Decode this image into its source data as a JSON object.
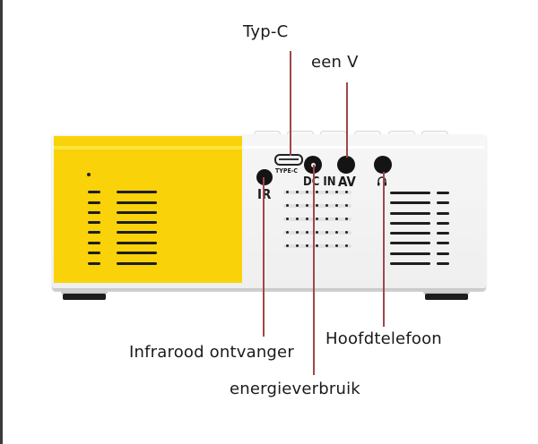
{
  "diagram": {
    "subject": "mini projector rear panel",
    "colors": {
      "leader_line": "#a0474a",
      "body": "#f2f2f2",
      "accent_panel": "#f9d20a",
      "label_text": "#1a1a1a"
    },
    "callouts": [
      {
        "id": "typec",
        "label": "Typ-C"
      },
      {
        "id": "av",
        "label": "een V"
      },
      {
        "id": "ir",
        "label": "Infrarood ontvanger"
      },
      {
        "id": "dc",
        "label": "energieverbruik"
      },
      {
        "id": "headphone",
        "label": "Hoofdtelefoon"
      }
    ],
    "port_markings": {
      "typec": "TYPE-C",
      "dc": "DC IN",
      "av": "AV",
      "ir": "IR"
    }
  }
}
